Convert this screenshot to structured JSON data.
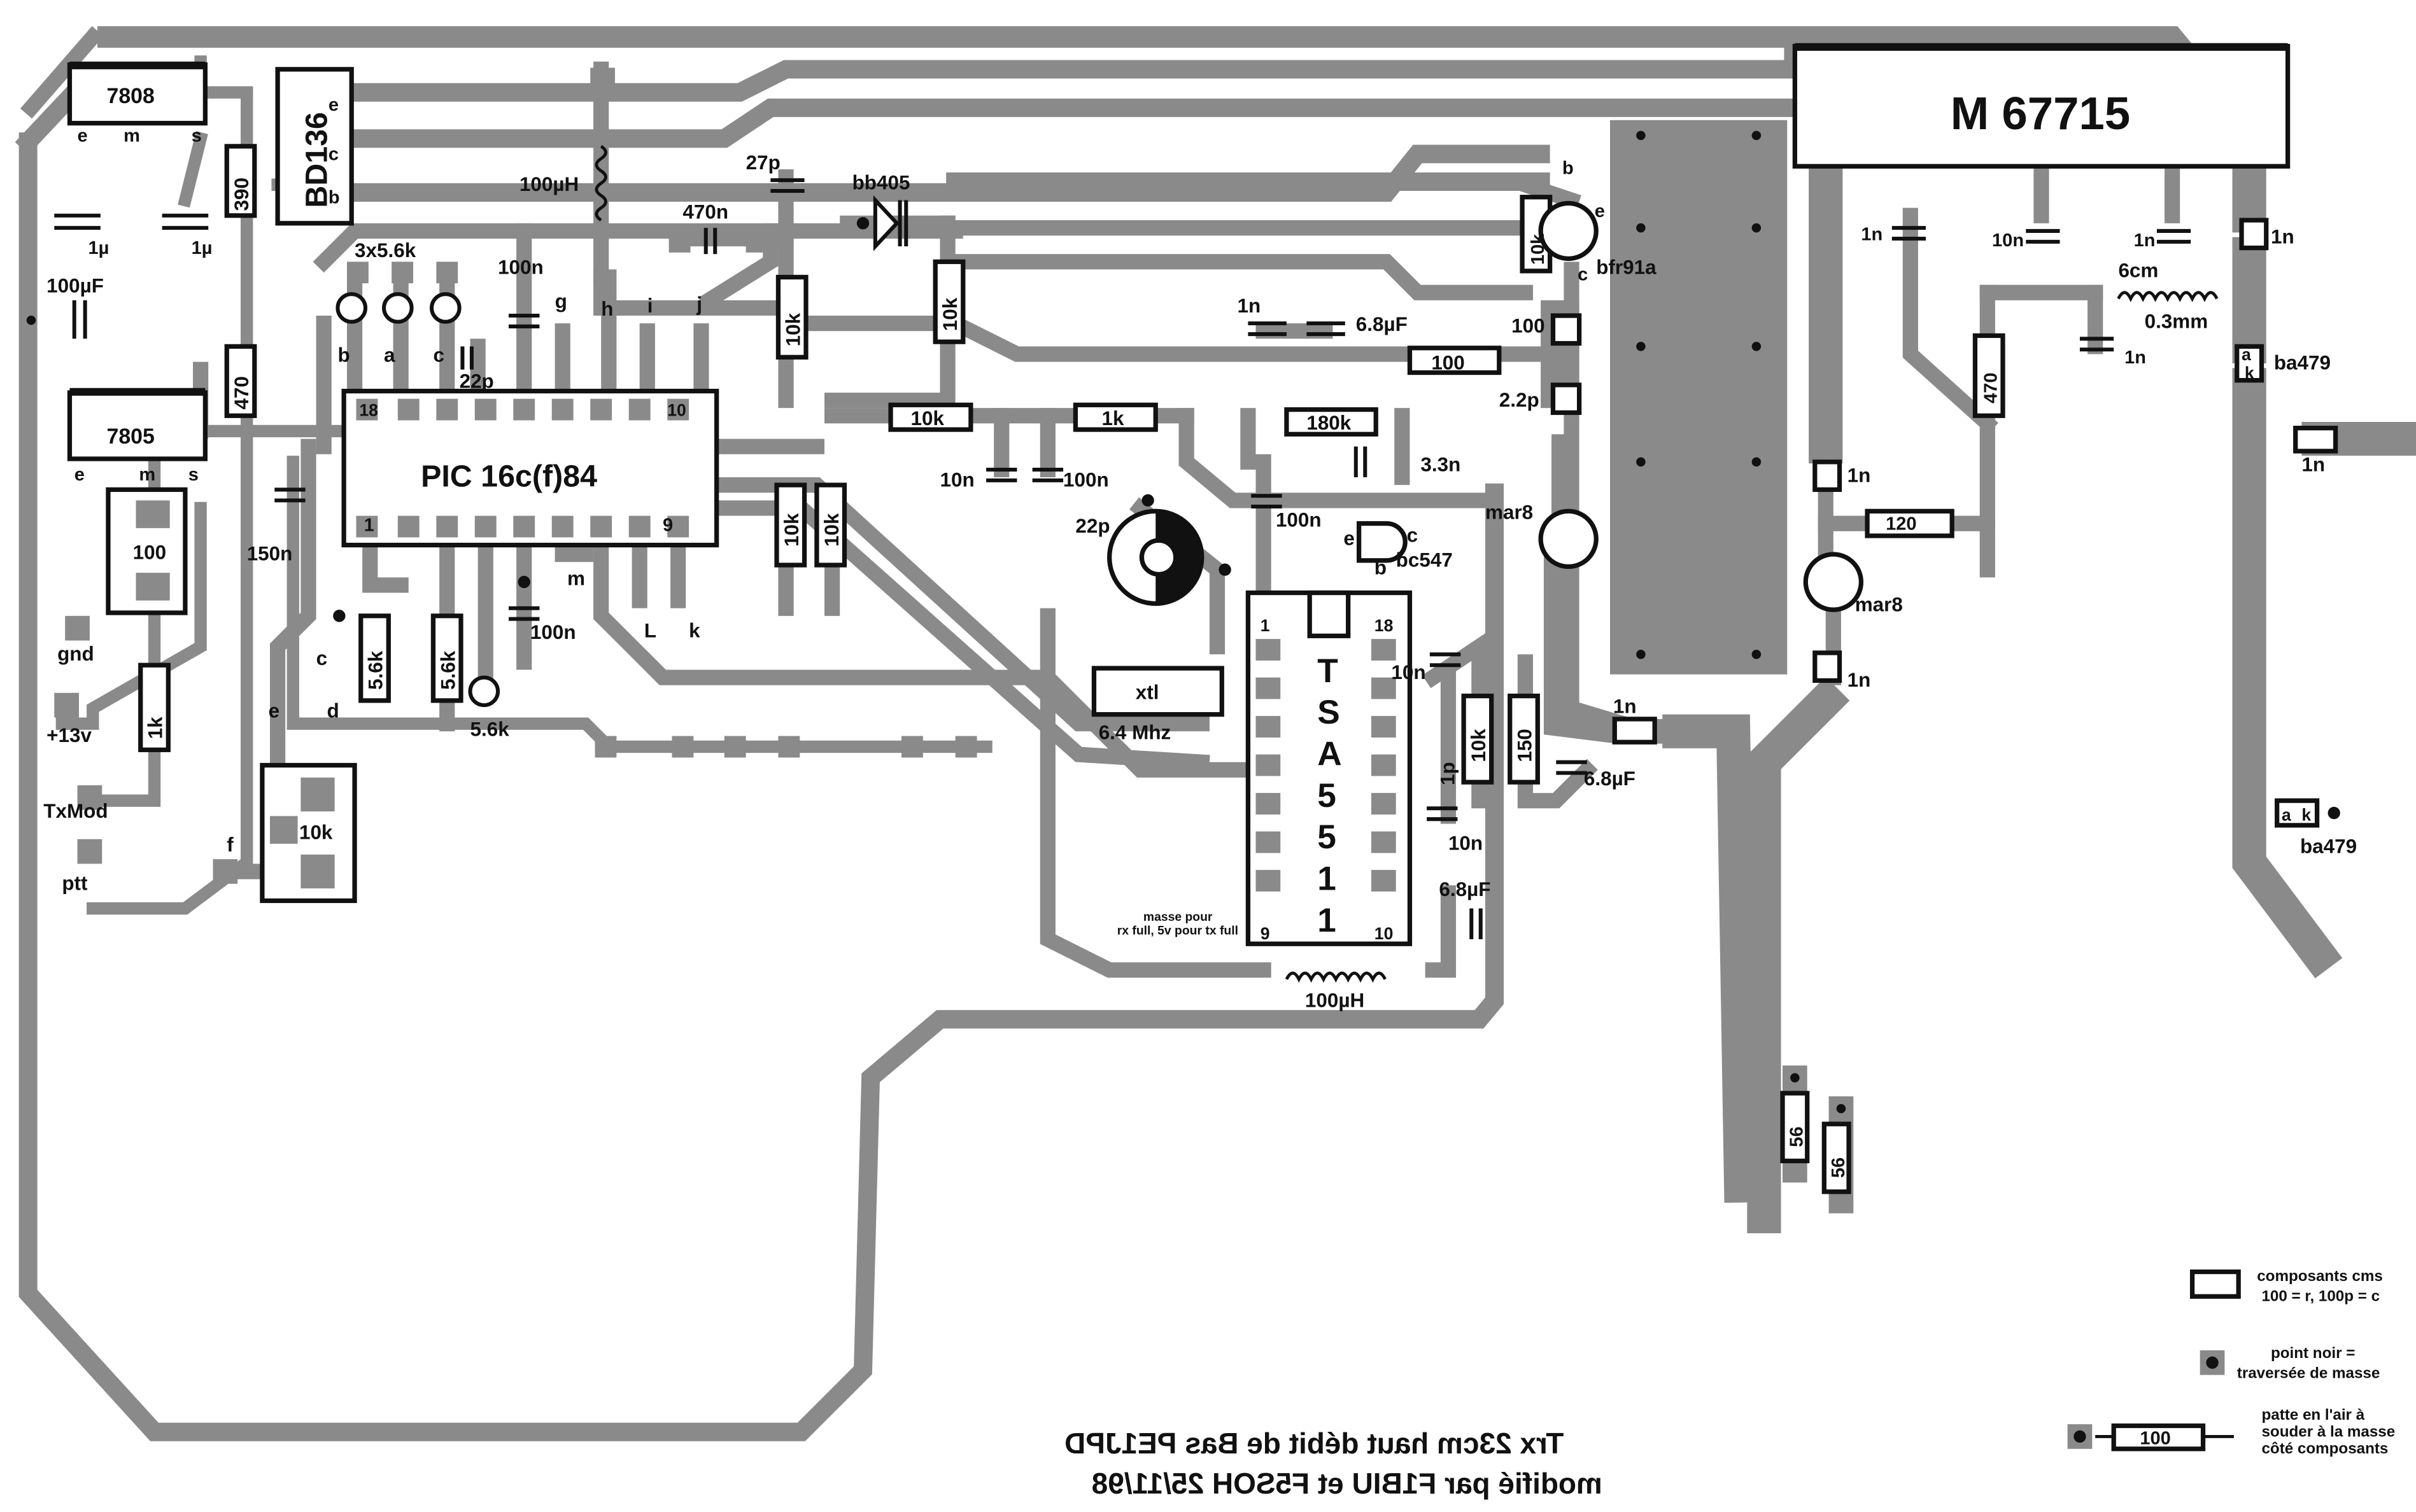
{
  "title_lines": [
    "Trx 23cm haut débit de Bas PE1JPD",
    "modifié par F1BIU et F5SOH  25/11/98"
  ],
  "labels": {
    "reg_7808": "7808",
    "reg_7805": "7805",
    "reg_pins": [
      "e",
      "m",
      "s"
    ],
    "bd136": "BD136",
    "bd136_pins": [
      "e",
      "c",
      "b"
    ],
    "r_390": "390",
    "r_470_left": "470",
    "r_100_trim": "100",
    "r_1k_left": "1k",
    "c_1u_a": "1µ",
    "c_1u_b": "1µ",
    "c_100uF": "100µF",
    "c_150n": "150n",
    "gnd": "gnd",
    "v13": "+13v",
    "txmod": "TxMod",
    "ptt": "ptt",
    "pic": "PIC 16c(f)84",
    "pic_pin1": "1",
    "pic_pin9": "9",
    "pic_pin18": "18",
    "pic_pin10": "10",
    "r_3x56k": "3x5.6k",
    "c_100n_pic": "100n",
    "c_22p_pic": "22p",
    "pins_abc": [
      "b",
      "a",
      "c"
    ],
    "pins_ghij": [
      "g",
      "h",
      "i",
      "j"
    ],
    "pins_mlk": [
      "m",
      "L",
      "k"
    ],
    "pin_c_left": "c",
    "pin_e_left": "e",
    "pin_d_left": "d",
    "pin_f_left": "f",
    "r_56k_a": "5.6k",
    "r_56k_b": "5.6k",
    "r_56k_c": "5.6k",
    "c_100n_low": "100n",
    "r_10k_trim": "10k",
    "l_100uH_top": "100µH",
    "c_470n": "470n",
    "c_27p": "27p",
    "bb405": "bb405",
    "r_10k_a": "10k",
    "r_10k_b": "10k",
    "r_10k_c": "10k",
    "r_10k_d": "10k",
    "r_10k_pic_a": "10k",
    "r_10k_pic_b": "10k",
    "r_1k_mid": "1k",
    "r_10k_mid": "10k",
    "r_180k": "180k",
    "c_33n": "3.3n",
    "c_10n_mid": "10n",
    "c_100n_mid": "100n",
    "c_100n_mid2": "100n",
    "c_22p_trim": "22p",
    "xtl": "xtl",
    "xtl_freq": "6.4 Mhz",
    "tsa": [
      "T",
      "S",
      "A",
      "5",
      "5",
      "1",
      "1"
    ],
    "tsa_pin1": "1",
    "tsa_pin18": "18",
    "tsa_pin9": "9",
    "tsa_pin10": "10",
    "bc547": "bc547",
    "bc547_pins": [
      "e",
      "c",
      "b"
    ],
    "masse_note": [
      "masse pour",
      "rx full, 5v pour tx full"
    ],
    "l_100uH_bot": "100µH",
    "c_10n_tsa_a": "10n",
    "c_10n_tsa_b": "10n",
    "c_1p": "1p",
    "r_10k_tsa": "10k",
    "r_150": "150",
    "c_68uF_a": "6.8µF",
    "c_68uF_b": "6.8µF",
    "c_68uF_c": "6.8µF",
    "c_1n_a": "1n",
    "r_100_bfr": "100",
    "c_1n_bfr": "1n",
    "c_22p_bfr": "2.2p",
    "bfr91a": "bfr91a",
    "bfr_pins": [
      "b",
      "e",
      "c"
    ],
    "r_10k_bfr": "10k",
    "mar8_a": "mar8",
    "mar8_b": "mar8",
    "c_1n_b": "1n",
    "c_1n_c": "1n",
    "c_1n_d": "1n",
    "c_1n_e": "1n",
    "r_120": "120",
    "r_470_right": "470",
    "m67715": "M 67715",
    "c_1n_m1": "1n",
    "c_10n_m": "10n",
    "c_1n_m2": "1n",
    "c_1n_m3": "1n",
    "coil": "6cm",
    "coil_wire": "0.3mm",
    "c_1n_coil": "1n",
    "ba479_a": "ba479",
    "ba479_b": "ba479",
    "diode_pins": [
      "a",
      "k"
    ],
    "c_1n_rf": "1n",
    "r_56_a": "56",
    "r_56_b": "56",
    "legend_cms": [
      "composants cms",
      "100 = r, 100p = c"
    ],
    "legend_via": [
      "point noir =",
      "traversée de masse"
    ],
    "legend_pin": [
      "patte en l'air à",
      "souder à la masse",
      "côté composants"
    ],
    "legend_r": "100"
  }
}
